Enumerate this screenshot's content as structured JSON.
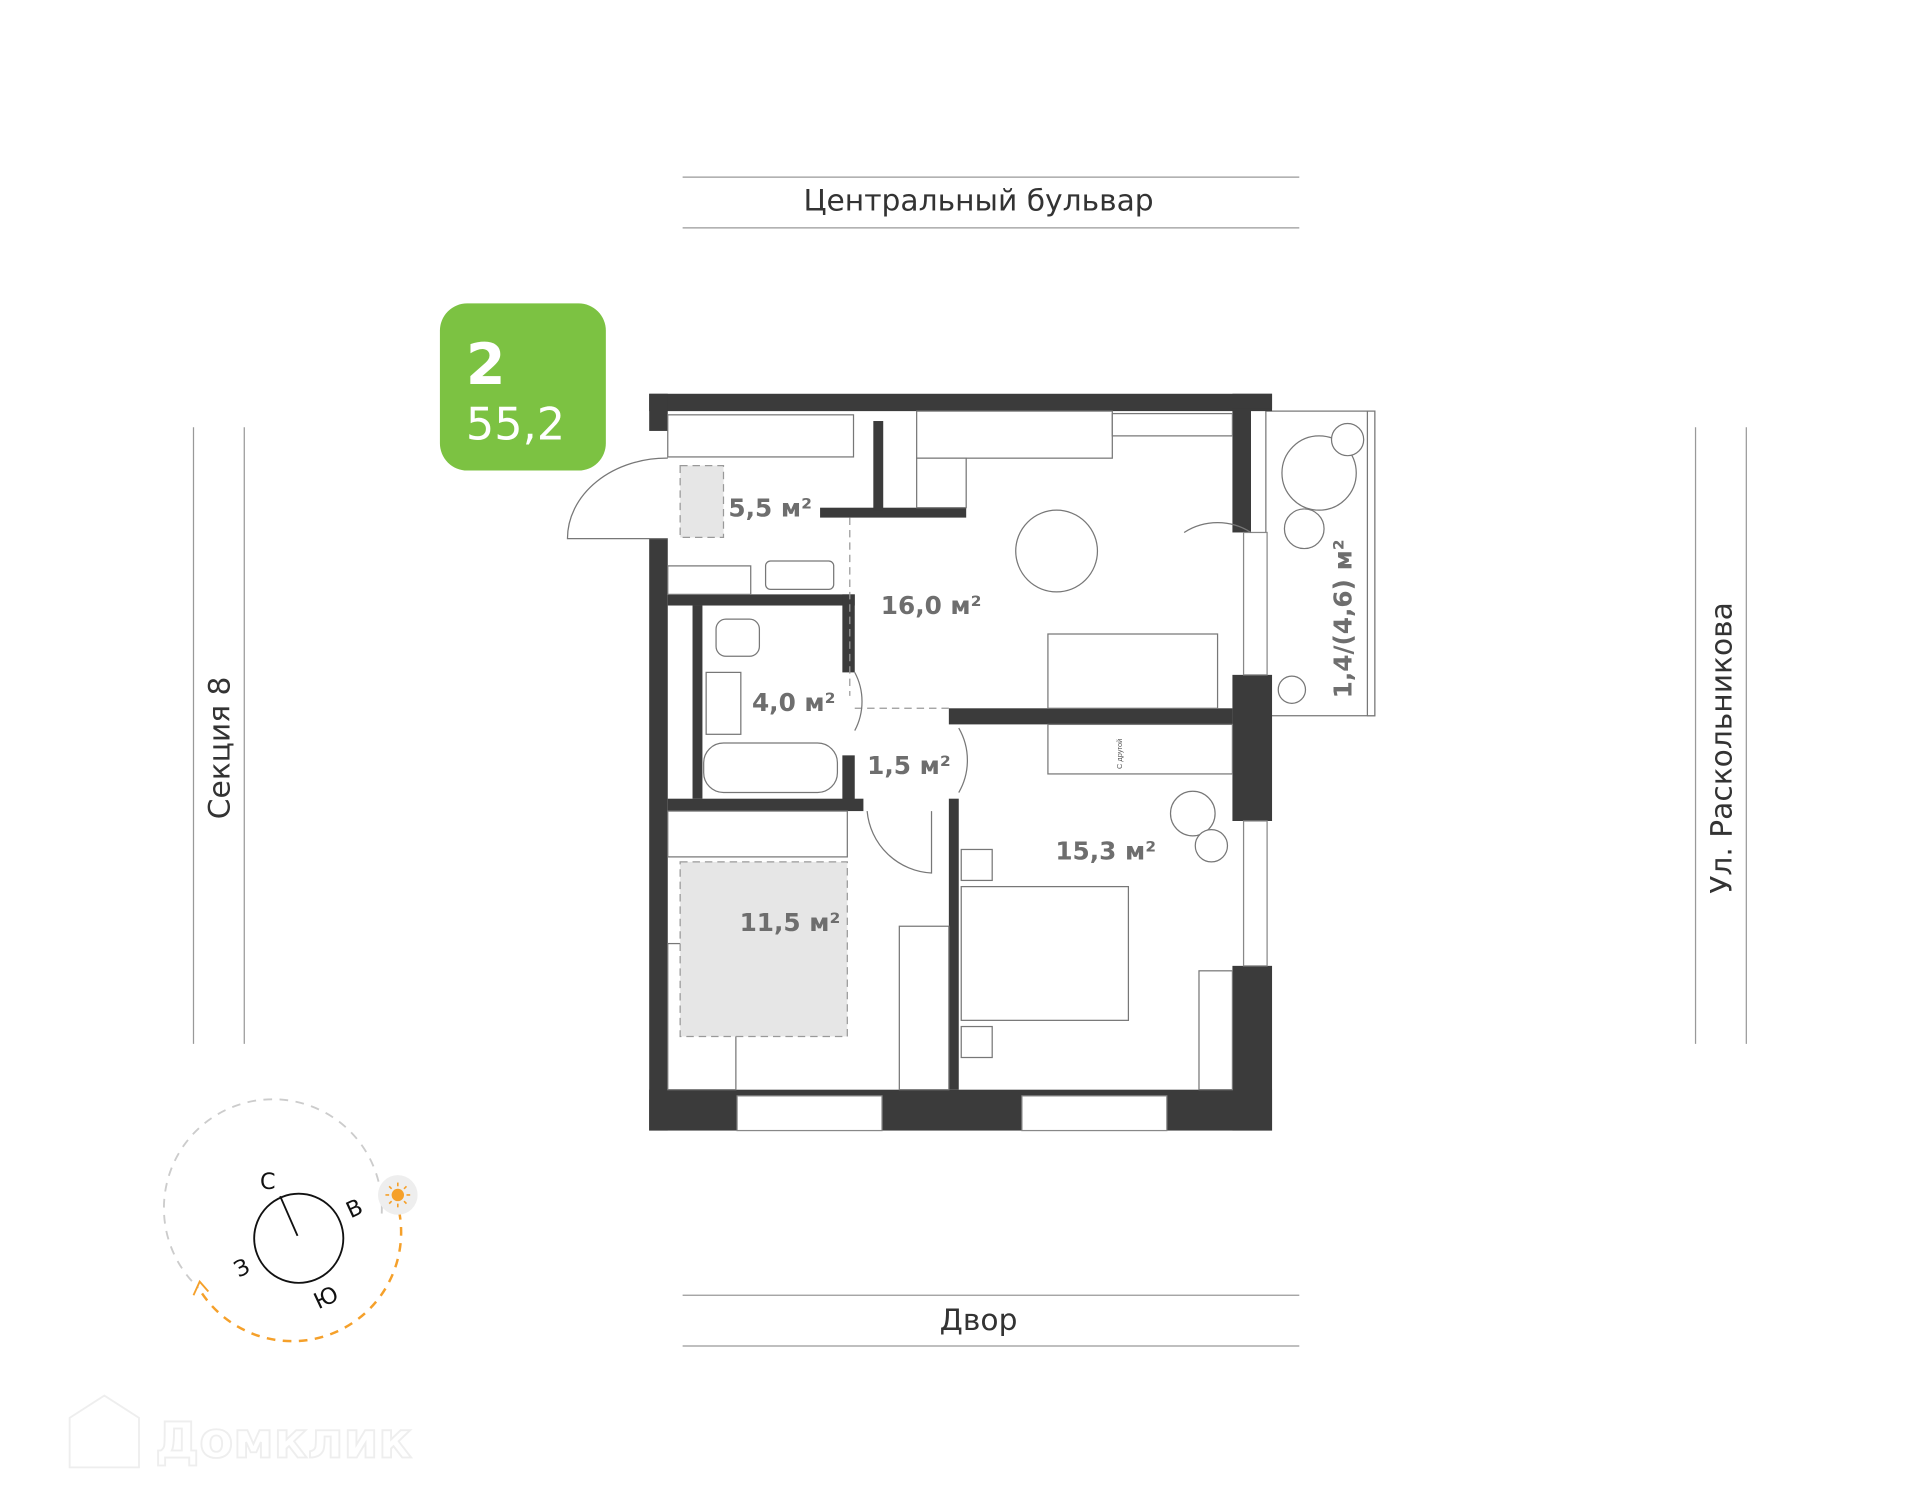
{
  "streets": {
    "top": "Центральный бульвар",
    "bottom": "Двор",
    "left": "Секция 8",
    "right": "Ул. Раскольникова"
  },
  "badge": {
    "rooms": "2",
    "total_area": "55,2",
    "color": "#7cc242"
  },
  "rooms": {
    "hall": "5,5 м²",
    "kitchen_living": "16,0 м²",
    "bathroom": "4,0 м²",
    "corridor": "1,5 м²",
    "bedroom": "15,3 м²",
    "kids_room": "11,5 м²",
    "balcony": "1,4/(4,6) м²"
  },
  "wardrobe_note": "С другой",
  "compass": {
    "north": "С",
    "east": "В",
    "south": "Ю",
    "west": "З",
    "sun_color": "#f5a02a",
    "sun_icon": "sun-icon"
  },
  "watermark": "Домклик",
  "colors": {
    "wall": "#3b3b3b",
    "rug": "#e6e6e6"
  }
}
